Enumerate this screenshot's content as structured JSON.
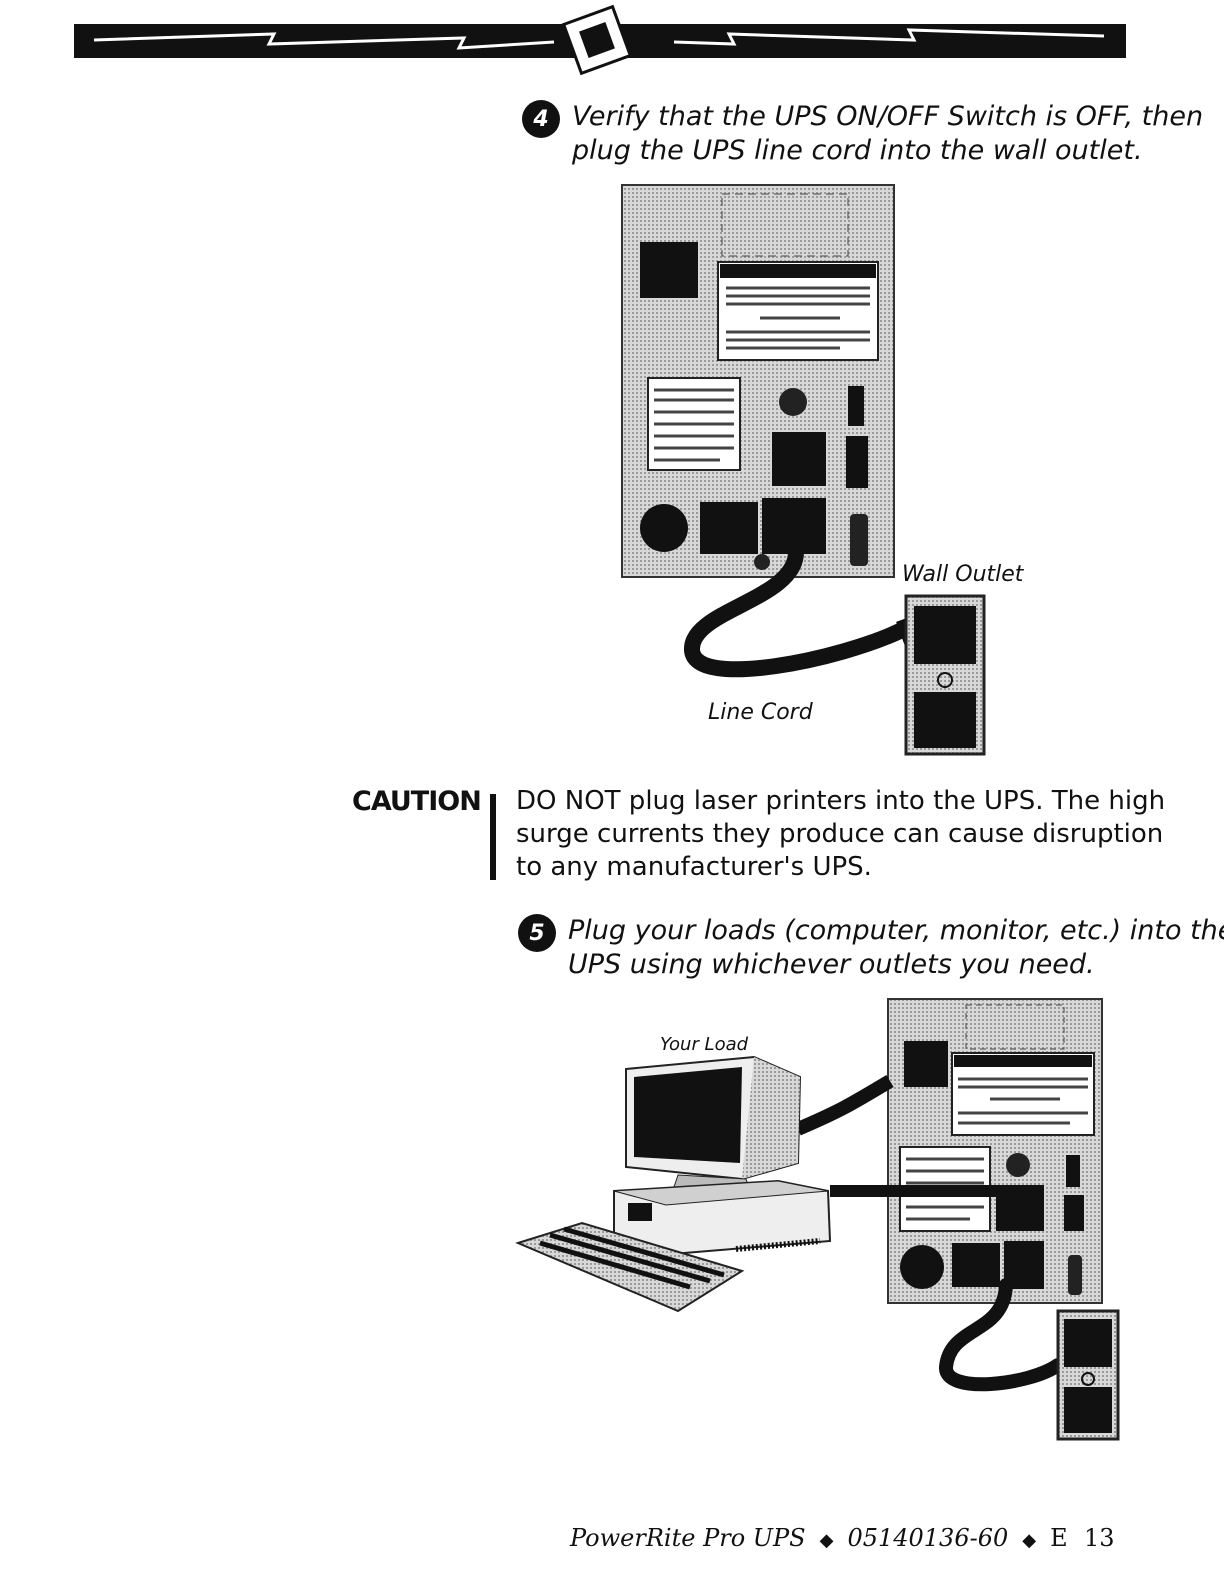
{
  "step4": {
    "number": "4",
    "line1": "Verify that the UPS ON/OFF Switch is OFF, then",
    "line2": "plug the UPS line cord into the wall outlet."
  },
  "figure1": {
    "wall_outlet_label": "Wall Outlet",
    "line_cord_label": "Line Cord"
  },
  "caution": {
    "label": "CAUTION",
    "line1": "DO NOT plug laser printers into the UPS. The high",
    "line2": "surge currents they produce can cause disruption",
    "line3": "to any manufacturer's UPS."
  },
  "step5": {
    "number": "5",
    "line1": "Plug your loads (computer, monitor, etc.) into the",
    "line2": "UPS using whichever outlets you need."
  },
  "figure2": {
    "your_load_label": "Your Load"
  },
  "footer": {
    "product": "PowerRite Pro UPS",
    "separator": "◆",
    "part_number": "05140136-60",
    "language": "E",
    "page_number": "13"
  }
}
